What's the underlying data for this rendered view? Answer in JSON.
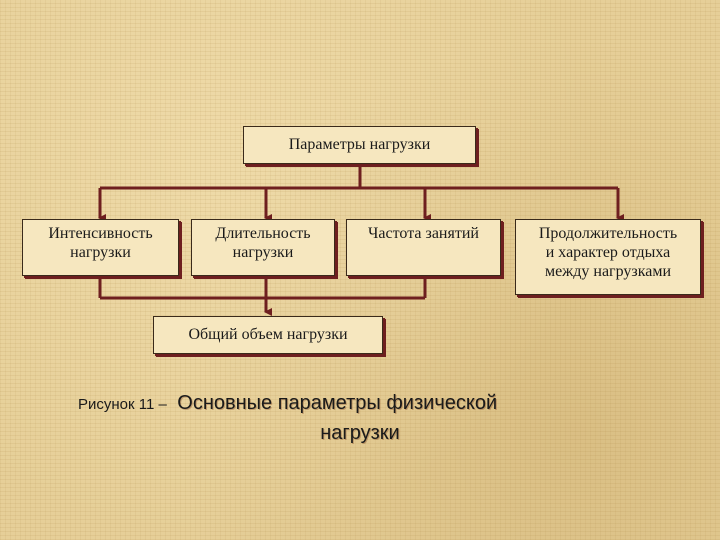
{
  "diagram": {
    "root": {
      "label": "Параметры нагрузки"
    },
    "children": [
      {
        "line1": "Интенсивность",
        "line2": "нагрузки",
        "line3": ""
      },
      {
        "line1": "Длительность",
        "line2": "нагрузки",
        "line3": ""
      },
      {
        "line1": "Частота занятий",
        "line2": "",
        "line3": ""
      },
      {
        "line1": "Продолжительность",
        "line2": "и характер отдыха",
        "line3": "между нагрузками"
      }
    ],
    "result": {
      "label": "Общий объем нагрузки"
    }
  },
  "caption": {
    "prefix": "Рисунок 11 –",
    "title_line1": "Основные параметры физической",
    "title_line2": "нагрузки"
  },
  "colors": {
    "connector": "#6e1f1f",
    "box_fill": "#f6e7bf",
    "background": "#e6cf98"
  }
}
